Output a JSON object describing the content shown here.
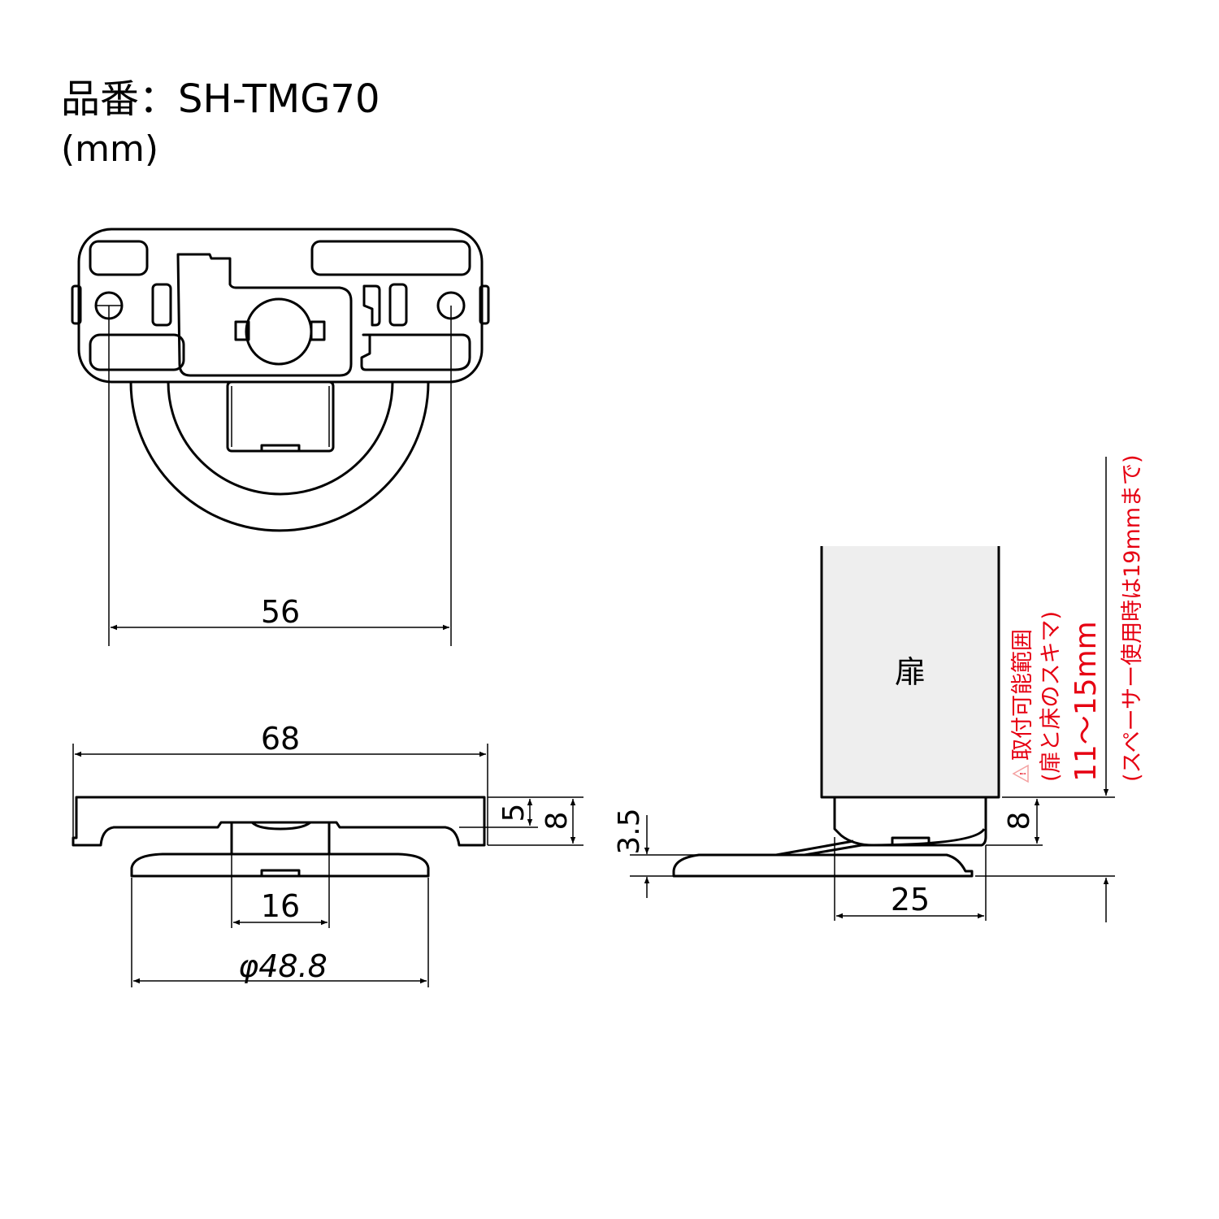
{
  "header": {
    "part_number": "品番：SH-TMG70",
    "unit": "(mm)"
  },
  "top_view": {
    "width_dim": "56"
  },
  "front_view": {
    "overall_width_dim": "68",
    "height_dim_small": "5",
    "height_dim_total": "8",
    "stem_width_dim": "16",
    "base_diameter_dim": "φ48.8"
  },
  "side_view": {
    "door_label": "扉",
    "base_height_dim": "3.5",
    "hanger_height_dim": "8",
    "hanger_width_dim": "25",
    "notes": {
      "warning_icon": "warning-triangle-icon",
      "range_title": "取付可能範囲",
      "range_subtitle": "(扉と床のスキマ)",
      "range_value": "11〜15mm",
      "spacer_note": "(スペーサー使用時は19mmまで)"
    },
    "note_color": "#e60012",
    "door_fill": "#eeeeee"
  }
}
